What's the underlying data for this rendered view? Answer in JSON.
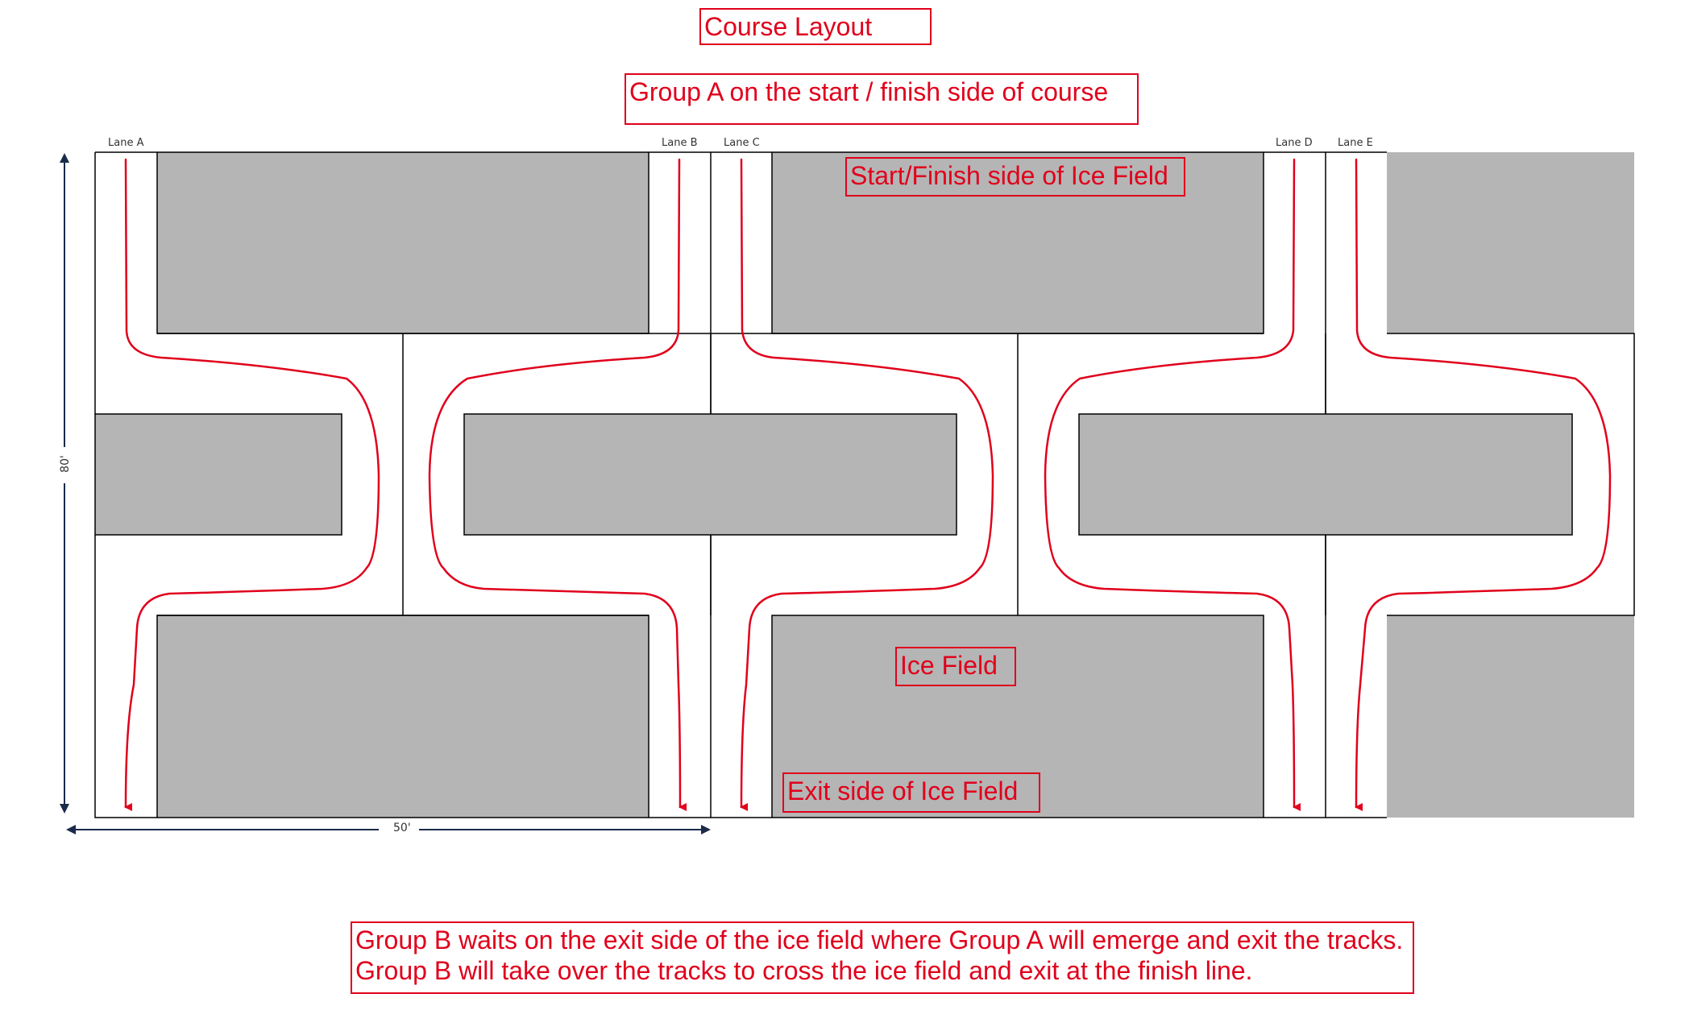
{
  "titles": {
    "course_layout": "Course Layout",
    "group_a": "Group A on the start / finish side of course",
    "start_finish_side": "Start/Finish side of Ice Field",
    "ice_field": "Ice Field",
    "exit_side": "Exit side of Ice Field",
    "group_b_line1": "Group B waits on the exit side of the ice field where Group A will emerge and exit the tracks.",
    "group_b_line2": "Group B will take over the tracks to cross the ice field and exit at the finish line."
  },
  "lanes": [
    "Lane A",
    "Lane B",
    "Lane C",
    "Lane D",
    "Lane E"
  ],
  "dimensions": {
    "height": "80'",
    "width": "50'"
  },
  "colors": {
    "ice": "#b5b5b5",
    "track_line": "#e0001b",
    "outline": "#000000",
    "dimension_line": "#1a2a4a"
  }
}
